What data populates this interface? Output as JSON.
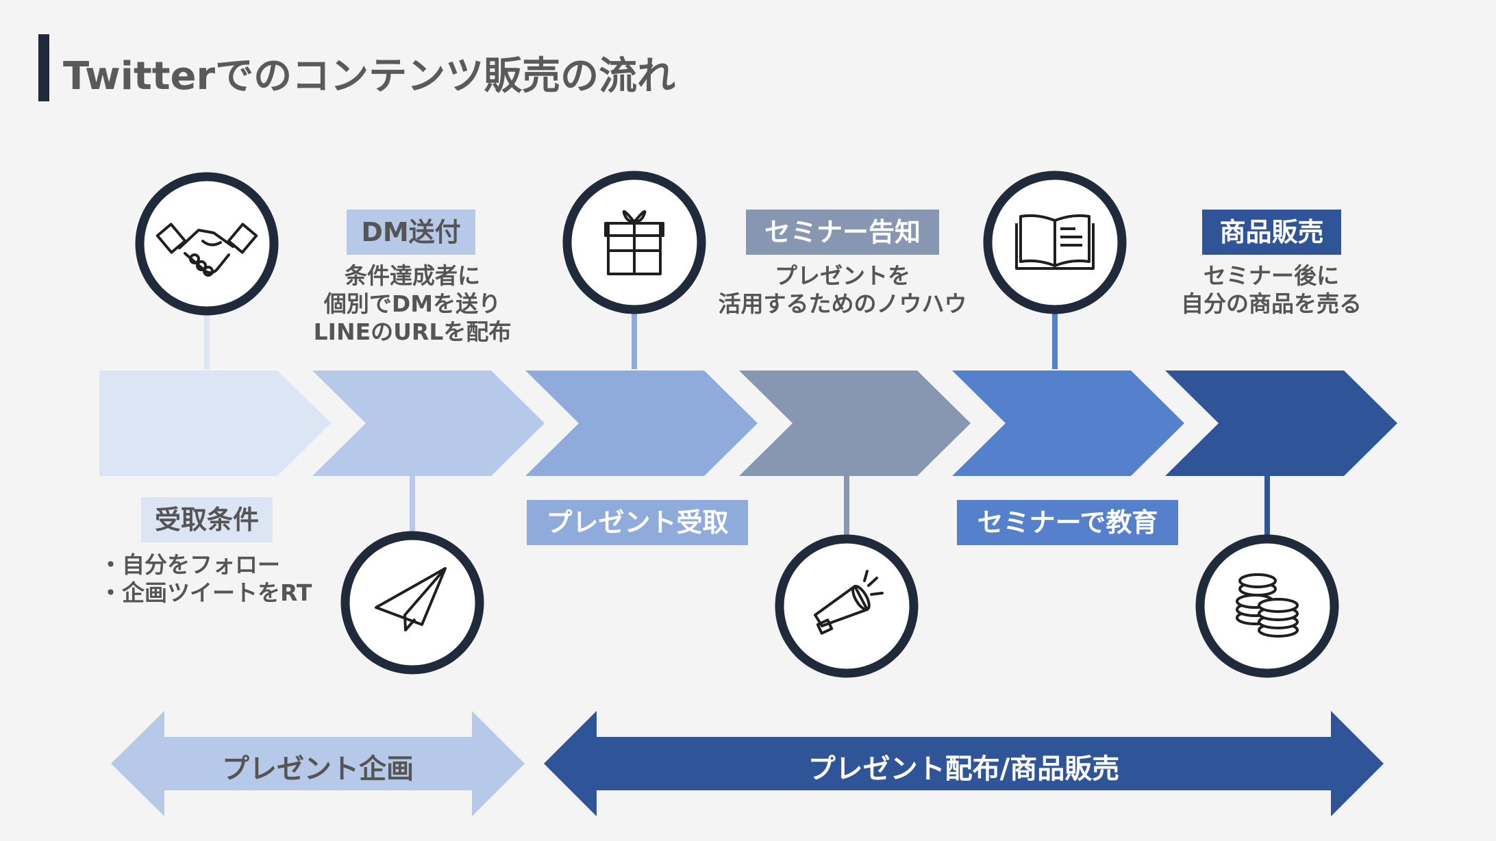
{
  "title": "Twitterでのコンテンツ販売の流れ",
  "colors": {
    "dark": "#1f2a3a",
    "stage1": "#dce5f4",
    "stage2": "#b7c9e9",
    "stage3": "#8fabdc",
    "stage4": "#8797b2",
    "stage5": "#5480cc",
    "stage6": "#2f5497"
  },
  "steps": [
    {
      "label": "受取条件",
      "lines": [
        "・自分をフォロー",
        "・企画ツイートをRT"
      ],
      "icon": "handshake-icon"
    },
    {
      "label": "DM送付",
      "lines": [
        "条件達成者に",
        "個別でDMを送り",
        "LINEのURLを配布"
      ],
      "icon": "paper-plane-icon"
    },
    {
      "label": "プレゼント受取",
      "lines": [],
      "icon": "gift-icon"
    },
    {
      "label": "セミナー告知",
      "lines": [
        "プレゼントを",
        "活用するためのノウハウ"
      ],
      "icon": "megaphone-icon"
    },
    {
      "label": "セミナーで教育",
      "lines": [],
      "icon": "book-icon"
    },
    {
      "label": "商品販売",
      "lines": [
        "セミナー後に",
        "自分の商品を売る"
      ],
      "icon": "coins-icon"
    }
  ],
  "phases": [
    {
      "label": "プレゼント企画"
    },
    {
      "label": "プレゼント配布/商品販売"
    }
  ]
}
